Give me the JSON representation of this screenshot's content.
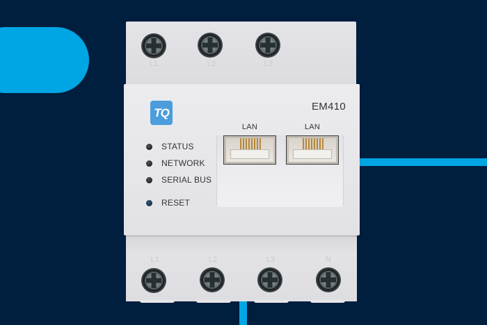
{
  "scene": {
    "description": "Product photo of a DIN-rail energy meter on dark navy background with cyan accent shapes",
    "colors": {
      "background": "#001e3e",
      "accent": "#00a6e4",
      "device_body": "#e6e6ea",
      "logo_blue": "#4b9ddc"
    }
  },
  "device": {
    "brand_logo": "TQ",
    "model": "EM410",
    "top_terminals": [
      {
        "label": "L1"
      },
      {
        "label": "L2"
      },
      {
        "label": "L3"
      }
    ],
    "bottom_terminals": [
      {
        "label": "L1"
      },
      {
        "label": "L2"
      },
      {
        "label": "L3"
      },
      {
        "label": "N"
      }
    ],
    "indicators": [
      {
        "label": "STATUS"
      },
      {
        "label": "NETWORK"
      },
      {
        "label": "SERIAL BUS"
      },
      {
        "label": "RESET"
      }
    ],
    "ports": [
      {
        "label": "LAN"
      },
      {
        "label": "LAN"
      }
    ]
  }
}
